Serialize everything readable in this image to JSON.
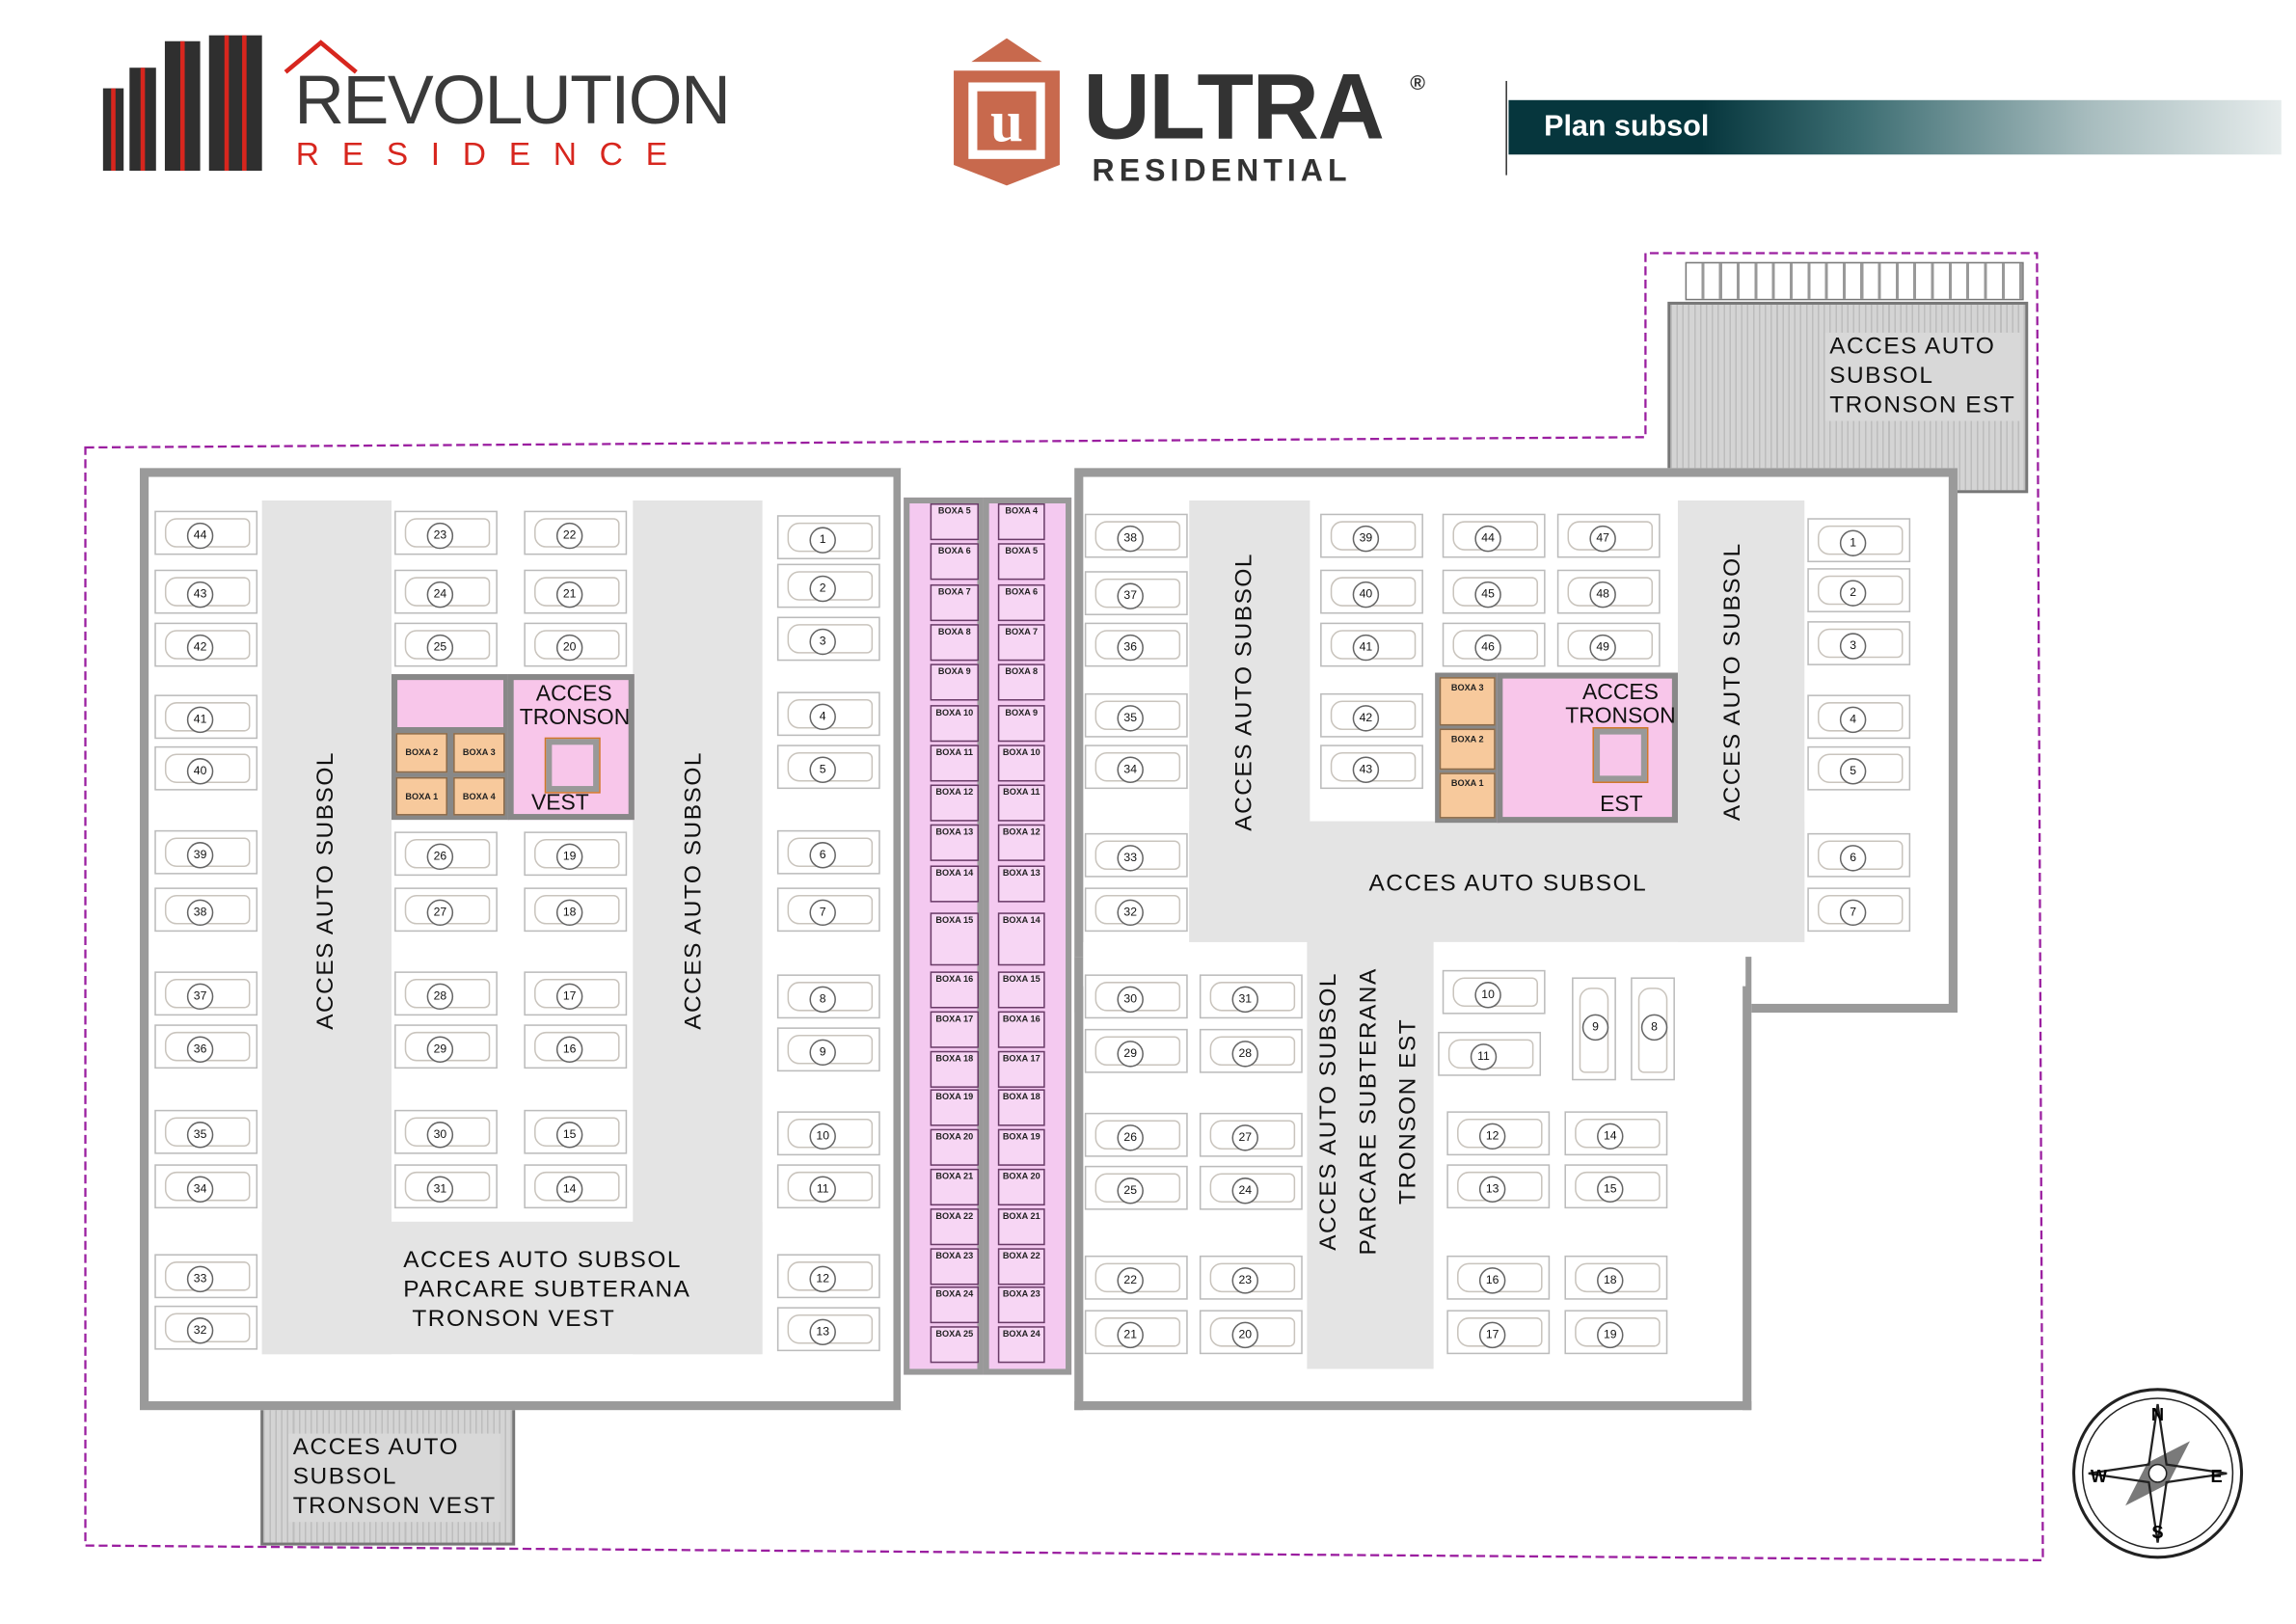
{
  "header": {
    "revolution": {
      "title": "REVOLUTION",
      "subtitle": "RESIDENCE"
    },
    "ultra": {
      "title": "ULTRA",
      "registered": "®",
      "subtitle": "RESIDENTIAL",
      "shield_letter": "u"
    },
    "banner": "Plan subsol",
    "colors": {
      "red": "#d7261e",
      "copper": "#c8694d",
      "teal": "#06363d"
    }
  },
  "plan": {
    "ramp_est": [
      "ACCES  AUTO",
      "SUBSOL",
      "TRONSON EST"
    ],
    "ramp_vest": [
      "ACCES  AUTO",
      "SUBSOL",
      "TRONSON VEST"
    ],
    "west": {
      "drive_1": "ACCES  AUTO SUBSOL",
      "drive_2": "ACCES  AUTO SUBSOL",
      "bottom": [
        "ACCES  AUTO SUBSOL",
        "PARCARE  SUBTERANA",
        "TRONSON  VEST"
      ],
      "core": {
        "title1": "ACCES",
        "title2": "TRONSON",
        "title3": "VEST",
        "boxes": [
          "BOXA 2",
          "BOXA 3",
          "BOXA 1",
          "BOXA 4"
        ]
      },
      "colA": [
        44,
        43,
        42,
        41,
        40,
        39,
        38,
        37,
        36,
        35,
        34,
        33,
        32
      ],
      "colB": [
        23,
        24,
        25,
        26,
        27,
        28,
        29,
        30,
        31
      ],
      "colC": [
        22,
        21,
        20,
        19,
        18,
        17,
        16,
        15,
        14
      ],
      "colD": [
        1,
        2,
        3,
        4,
        5,
        6,
        7,
        8,
        9,
        10,
        11,
        12,
        13
      ]
    },
    "storage": {
      "left": [
        "BOXA 5",
        "BOXA 6",
        "BOXA 7",
        "BOXA 8",
        "BOXA 9",
        "BOXA 10",
        "BOXA 11",
        "BOXA 12",
        "BOXA 13",
        "BOXA 14",
        "BOXA 15",
        "BOXA 16",
        "BOXA 17",
        "BOXA 18",
        "BOXA 19",
        "BOXA 20",
        "BOXA 21",
        "BOXA 22",
        "BOXA 23",
        "BOXA 24",
        "BOXA 25"
      ],
      "right": [
        "BOXA 4",
        "BOXA 5",
        "BOXA 6",
        "BOXA 7",
        "BOXA 8",
        "BOXA 9",
        "BOXA 10",
        "BOXA 11",
        "BOXA 12",
        "BOXA 13",
        "BOXA 14",
        "BOXA 15",
        "BOXA 16",
        "BOXA 17",
        "BOXA 18",
        "BOXA 19",
        "BOXA 20",
        "BOXA 21",
        "BOXA 22",
        "BOXA 23",
        "BOXA 24"
      ]
    },
    "east": {
      "drive_1": "ACCES  AUTO SUBSOL",
      "drive_2": "ACCES  AUTO SUBSOL",
      "drive_h": "ACCES  AUTO SUBSOL",
      "lower": [
        "ACCES  AUTO SUBSOL",
        "PARCARE  SUBTERANA",
        "TRONSON EST"
      ],
      "core": {
        "title1": "ACCES",
        "title2": "TRONSON",
        "title3": "EST",
        "boxes": [
          "BOXA 3",
          "BOXA 2",
          "BOXA 1"
        ]
      },
      "colE": [
        38,
        37,
        36,
        35,
        34,
        33,
        32,
        30,
        29,
        26,
        25,
        22,
        21
      ],
      "colF": [
        31,
        28,
        27,
        24,
        23,
        20
      ],
      "colG": [
        39,
        40,
        41,
        42,
        43
      ],
      "colH": [
        44,
        45,
        46
      ],
      "colI": [
        47,
        48,
        49
      ],
      "colJ": [
        1,
        2,
        3,
        4,
        5,
        6,
        7
      ],
      "lower_spots": [
        10,
        11,
        9,
        8,
        12,
        14,
        13,
        15,
        16,
        18,
        17,
        19
      ]
    },
    "compass": {
      "n": "N",
      "e": "E",
      "s": "S",
      "w": "W"
    }
  }
}
